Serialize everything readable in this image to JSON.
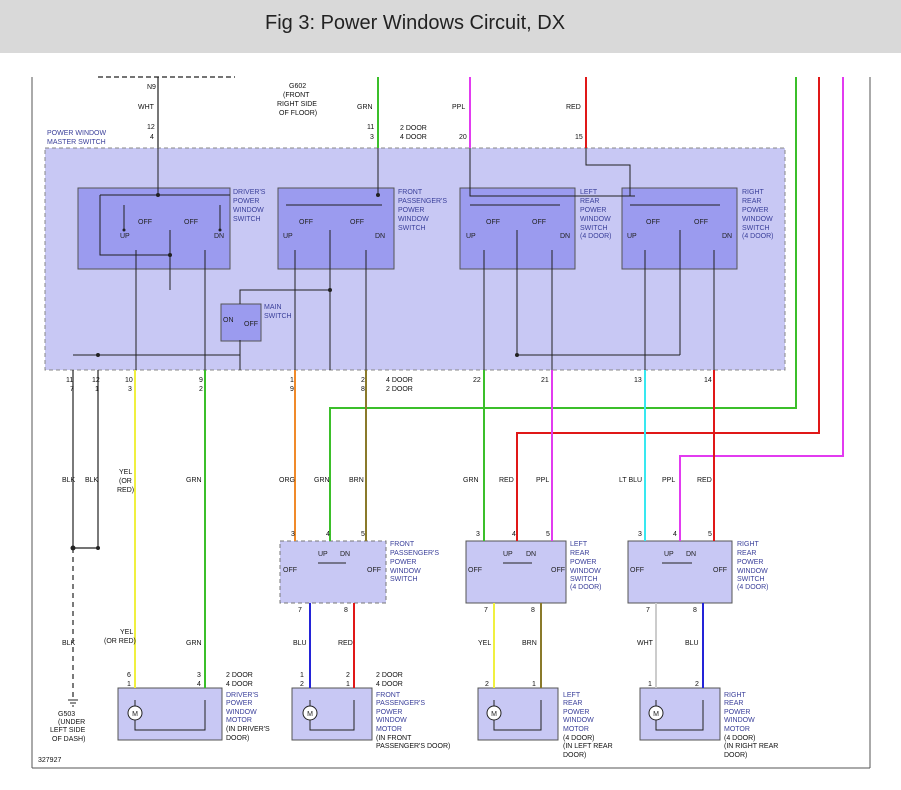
{
  "page": {
    "title": "Fig 3: Power Windows Circuit, DX",
    "figure_id": "327927"
  },
  "colors": {
    "header_bg": "#d9d9d9",
    "box_fill": "#c8c8f4",
    "switch_fill": "#9b9bef",
    "label_text": "#3a3f9a",
    "wire_green": "#3bbf2a",
    "wire_ppl": "#e23bf0",
    "wire_red": "#e01818",
    "wire_yel": "#f0f040",
    "wire_org": "#f08a2a",
    "wire_ltblu": "#38e8f0",
    "wire_blu": "#2424d8",
    "wire_brn": "#8a7a2a",
    "wire_wht": "#cccccc",
    "wire_blk": "#222222"
  },
  "top": {
    "n9": "N9",
    "wht": "WHT",
    "g602": [
      "G602",
      "(FRONT",
      "RIGHT SIDE",
      "OF FLOOR)"
    ],
    "grn": "GRN",
    "ppl": "PPL",
    "red": "RED",
    "pin12": "12",
    "pin4": "4",
    "pin11": "11",
    "pin3": "3",
    "pin20": "20",
    "pin15": "15",
    "two_door": "2 DOOR",
    "four_door": "4 DOOR"
  },
  "master": {
    "label": [
      "POWER WINDOW",
      "MASTER SWITCH"
    ],
    "driver_sw": [
      "DRIVER'S",
      "POWER",
      "WINDOW",
      "SWITCH"
    ],
    "front_pass_sw": [
      "FRONT",
      "PASSENGER'S",
      "POWER",
      "WINDOW",
      "SWITCH"
    ],
    "left_rear_sw": [
      "LEFT",
      "REAR",
      "POWER",
      "WINDOW",
      "SWITCH",
      "(4 DOOR)"
    ],
    "right_rear_sw": [
      "RIGHT",
      "REAR",
      "POWER",
      "WINDOW",
      "SWITCH",
      "(4 DOOR)"
    ],
    "main_sw": [
      "MAIN",
      "SWITCH"
    ],
    "on": "ON",
    "off": "OFF",
    "up": "UP",
    "dn": "DN"
  },
  "master_bottom": {
    "pins_top": [
      "11",
      "12",
      "10",
      "9",
      "1",
      "2",
      "22",
      "21",
      "13",
      "14"
    ],
    "pins_bottom": [
      "7",
      "1",
      "3",
      "2",
      "9",
      "8"
    ],
    "four_door": "4 DOOR",
    "two_door": "2 DOOR"
  },
  "mid_colors": {
    "blk": "BLK",
    "yel": [
      "YEL",
      "(OR",
      "RED)"
    ],
    "grn": "GRN",
    "org": "ORG",
    "brn": "BRN",
    "red": "RED",
    "ppl": "PPL",
    "ltblu": "LT BLU"
  },
  "pass_switches": {
    "front": [
      "FRONT",
      "PASSENGER'S",
      "POWER",
      "WINDOW",
      "SWITCH"
    ],
    "left_rear": [
      "LEFT",
      "REAR",
      "POWER",
      "WINDOW",
      "SWITCH",
      "(4 DOOR)"
    ],
    "right_rear": [
      "RIGHT",
      "REAR",
      "POWER",
      "WINDOW",
      "SWITCH",
      "(4 DOOR)"
    ],
    "pin3": "3",
    "pin4": "4",
    "pin5": "5",
    "pin7": "7",
    "pin8": "8"
  },
  "lower_colors": {
    "blk": "BLK",
    "yel_or_red": [
      "YEL",
      "(OR RED)"
    ],
    "grn": "GRN",
    "blu": "BLU",
    "red": "RED",
    "yel": "YEL",
    "brn": "BRN",
    "wht": "WHT"
  },
  "motors": {
    "driver": [
      "DRIVER'S",
      "POWER",
      "WINDOW",
      "MOTOR",
      "(IN DRIVER'S",
      "DOOR)"
    ],
    "front": [
      "FRONT",
      "PASSENGER'S",
      "POWER",
      "WINDOW",
      "MOTOR",
      "(IN FRONT",
      "PASSENGER'S DOOR)"
    ],
    "left_rear": [
      "LEFT",
      "REAR",
      "POWER",
      "WINDOW",
      "MOTOR",
      "(4 DOOR)",
      "(IN LEFT REAR",
      "DOOR)"
    ],
    "right_rear": [
      "RIGHT",
      "REAR",
      "POWER",
      "WINDOW",
      "MOTOR",
      "(4 DOOR)",
      "(IN RIGHT REAR",
      "DOOR)"
    ],
    "m": "M",
    "pin6": "6",
    "pin1": "1",
    "pin3": "3",
    "pin4": "4",
    "pin2": "2",
    "two_door": "2 DOOR",
    "four_door": "4 DOOR"
  },
  "ground": [
    "G503",
    "(UNDER",
    "LEFT SIDE",
    "OF DASH)"
  ]
}
